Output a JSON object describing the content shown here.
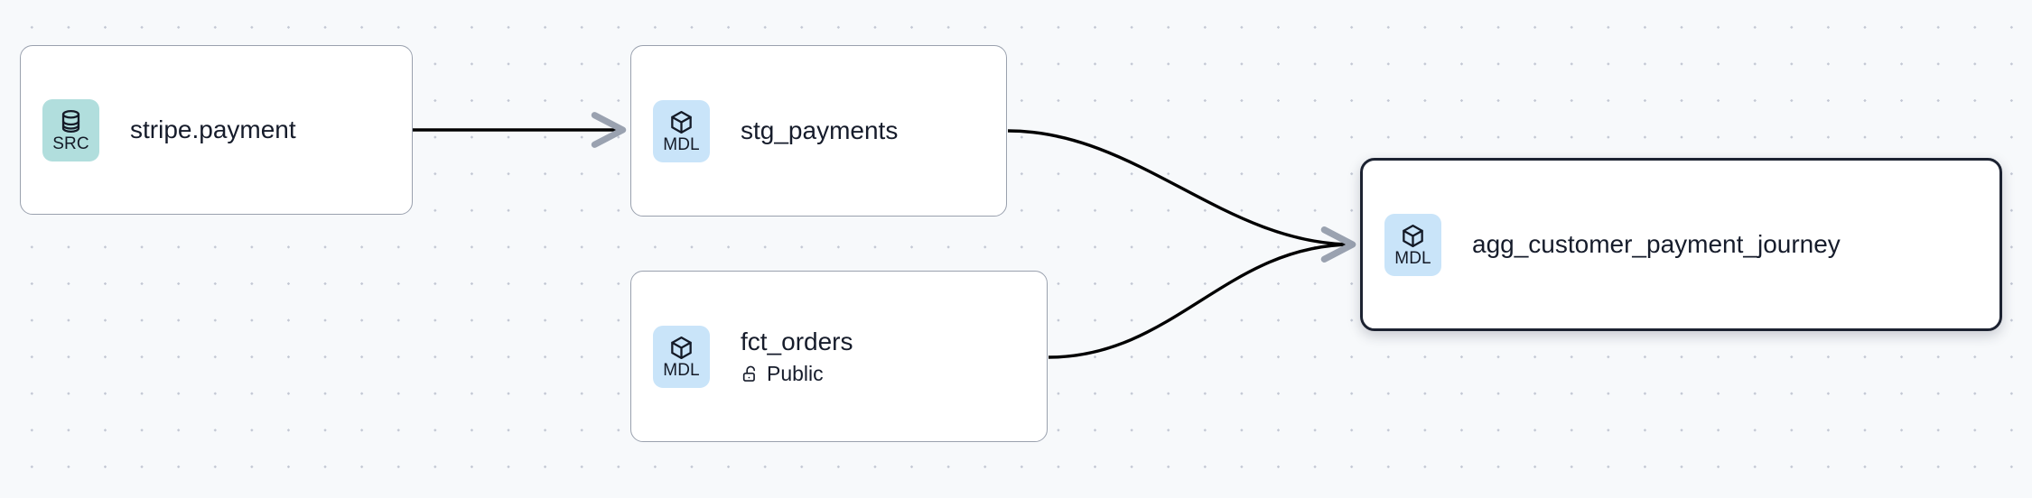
{
  "canvas": {
    "background_color": "#f7f9fb",
    "dot_color": "#c3c8d4"
  },
  "graph": {
    "type": "lineage-dag",
    "nodes": [
      {
        "id": "stripe-payment",
        "title": "stripe.payment",
        "badge_label": "SRC",
        "badge_icon": "database-icon",
        "badge_color": "#b1dedd",
        "selected": false,
        "subtitle": null
      },
      {
        "id": "stg-payments",
        "title": "stg_payments",
        "badge_label": "MDL",
        "badge_icon": "cube-icon",
        "badge_color": "#c9e4f9",
        "selected": false,
        "subtitle": null
      },
      {
        "id": "fct-orders",
        "title": "fct_orders",
        "badge_label": "MDL",
        "badge_icon": "cube-icon",
        "badge_color": "#c9e4f9",
        "selected": false,
        "subtitle": "Public",
        "subtitle_icon": "unlock-icon"
      },
      {
        "id": "agg-customer-payment-journey",
        "title": "agg_customer_payment_journey",
        "badge_label": "MDL",
        "badge_icon": "cube-icon",
        "badge_color": "#c9e4f9",
        "selected": true,
        "subtitle": null
      }
    ],
    "edges": [
      {
        "from": "stripe-payment",
        "to": "stg-payments",
        "style": "straight"
      },
      {
        "from": "stg-payments",
        "to": "agg-customer-payment-journey",
        "style": "curved"
      },
      {
        "from": "fct-orders",
        "to": "agg-customer-payment-journey",
        "style": "curved"
      }
    ],
    "edge_color": "#000000",
    "arrowhead_color": "#9aa2b0"
  }
}
